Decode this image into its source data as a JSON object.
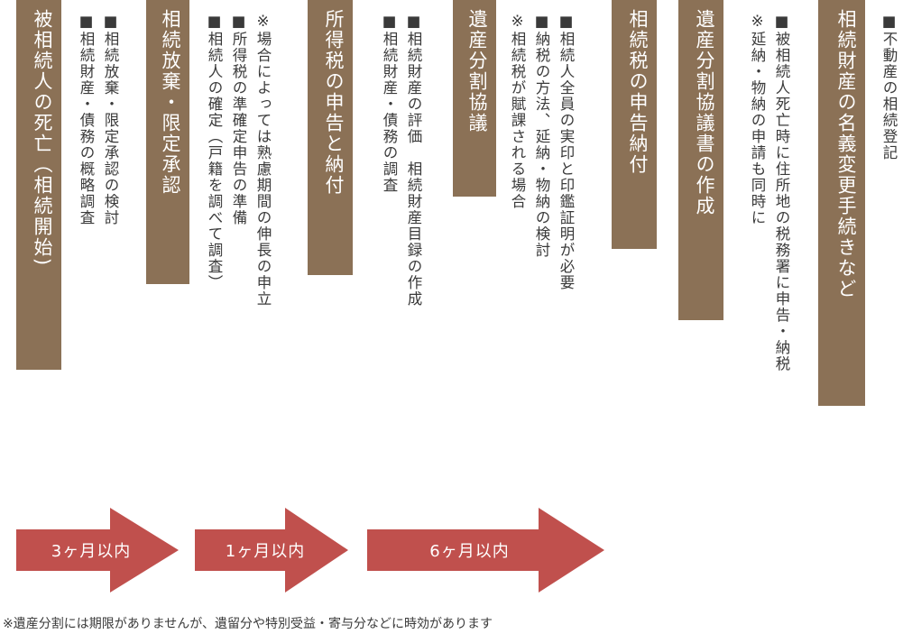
{
  "steps": [
    {
      "title": "被相続人の死亡（相続開始)",
      "notes": [
        "■相続放棄・限定承認の検討",
        "■相続財産・債務の概略調査"
      ]
    },
    {
      "title": "相続放棄・限定承認",
      "notes": [
        "※場合によっては熟慮期間の伸長の申立",
        "■所得税の準確定申告の準備",
        "■相続人の確定（戸籍を調べて調査）"
      ]
    },
    {
      "title": "所得税の申告と納付",
      "notes": [
        "■相続財産の評価　相続財産目録の作成",
        "■相続財産・債務の調査"
      ]
    },
    {
      "title": "遺産分割協議",
      "notes": [
        "■相続人全員の実印と印鑑証明が必要",
        "■納税の方法、延納・物納の検討",
        "※相続税が賦課される場合"
      ]
    },
    {
      "title": "相続税の申告納付",
      "notes": []
    },
    {
      "title": "遺産分割協議書の作成",
      "notes": [
        "■被相続人死亡時に住所地の税務署に申告・納税",
        "※延納・物納の申請も同時に"
      ]
    },
    {
      "title": "相続財産の名義変更手続きなど",
      "notes": [
        "■不動産の相続登記"
      ]
    }
  ],
  "deadlines": [
    "3ヶ月以内",
    "1ヶ月以内",
    "6ヶ月以内"
  ],
  "footnote": "※遺産分割には期限がありませんが、遺留分や特別受益・寄与分などに時効があります",
  "colors": {
    "box": "#8b7156",
    "arrow": "#c0504d",
    "text": "#3a3a3a"
  }
}
